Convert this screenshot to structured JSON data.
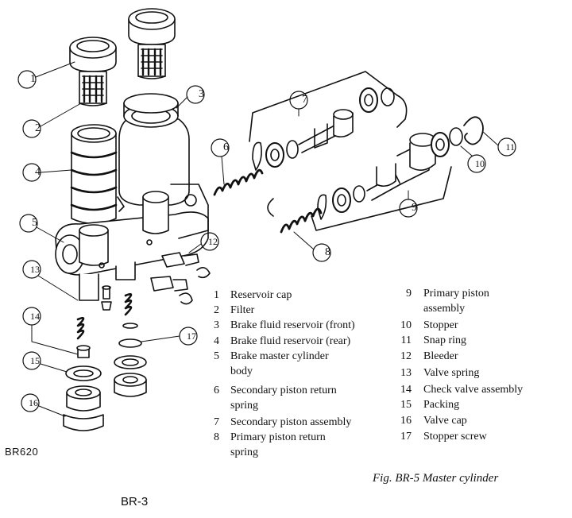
{
  "figure": {
    "code": "BR620",
    "caption": "Fig. BR-5  Master cylinder",
    "page": "BR-3"
  },
  "callouts": [
    "1",
    "2",
    "3",
    "4",
    "5",
    "6",
    "7",
    "8",
    "9",
    "10",
    "11",
    "12",
    "13",
    "14",
    "15",
    "16",
    "17"
  ],
  "legend_left": [
    {
      "num": "1",
      "lines": [
        "Reservoir cap"
      ]
    },
    {
      "num": "2",
      "lines": [
        "Filter"
      ]
    },
    {
      "num": "3",
      "lines": [
        "Brake fluid reservoir (front)"
      ]
    },
    {
      "num": "4",
      "lines": [
        "Brake fluid reservoir (rear)"
      ]
    },
    {
      "num": "5",
      "lines": [
        "Brake master cylinder",
        "body"
      ]
    },
    {
      "num": "6",
      "lines": [
        "Secondary piston return",
        "spring"
      ]
    },
    {
      "num": "7",
      "lines": [
        "Secondary piston assembly"
      ]
    },
    {
      "num": "8",
      "lines": [
        "Primary piston return",
        "spring"
      ]
    }
  ],
  "legend_right": [
    {
      "num": "9",
      "lines": [
        "Primary piston",
        "assembly"
      ]
    },
    {
      "num": "10",
      "lines": [
        "Stopper"
      ]
    },
    {
      "num": "11",
      "lines": [
        "Snap ring"
      ]
    },
    {
      "num": "12",
      "lines": [
        "Bleeder"
      ]
    },
    {
      "num": "13",
      "lines": [
        "Valve spring"
      ]
    },
    {
      "num": "14",
      "lines": [
        "Check valve assembly"
      ]
    },
    {
      "num": "15",
      "lines": [
        "Packing"
      ]
    },
    {
      "num": "16",
      "lines": [
        "Valve cap"
      ]
    },
    {
      "num": "17",
      "lines": [
        "Stopper screw"
      ]
    }
  ]
}
